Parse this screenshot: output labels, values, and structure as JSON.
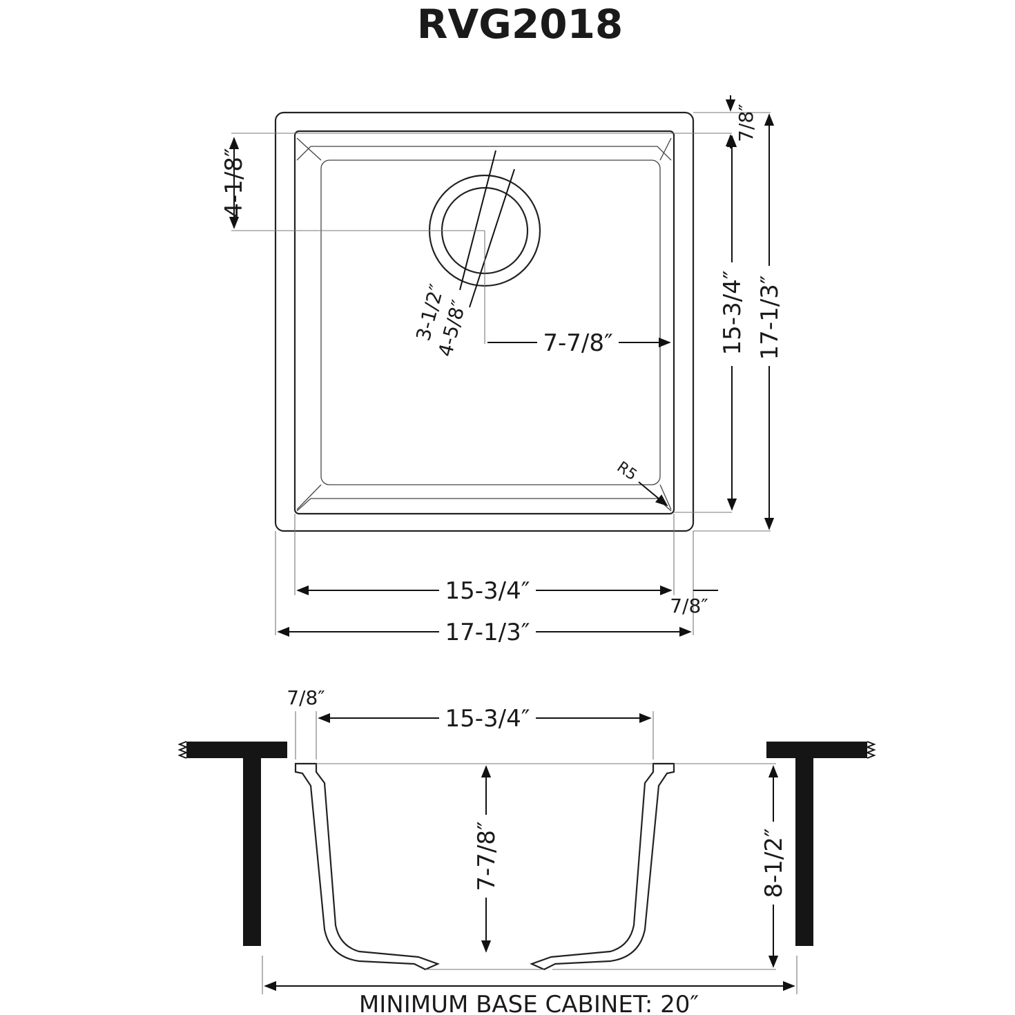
{
  "title": "RVG2018",
  "top_view": {
    "drain_offset_top": "4-1/8″",
    "drain_inner_dia": "3-1/2″",
    "drain_outer_dia": "4-5/8″",
    "drain_offset_side": "7-7/8″",
    "corner_radius": "R5",
    "rim_right": "7/8″",
    "inner_height": "15-3/4″",
    "outer_height": "17-1/3″",
    "inner_width": "15-3/4″",
    "rim_bottom": "7/8″",
    "outer_width": "17-1/3″"
  },
  "side_view": {
    "rim_width": "7/8″",
    "inner_width": "15-3/4″",
    "inner_depth": "7-7/8″",
    "outer_depth": "8-1/2″",
    "cabinet_label": "MINIMUM BASE CABINET: 20″"
  }
}
